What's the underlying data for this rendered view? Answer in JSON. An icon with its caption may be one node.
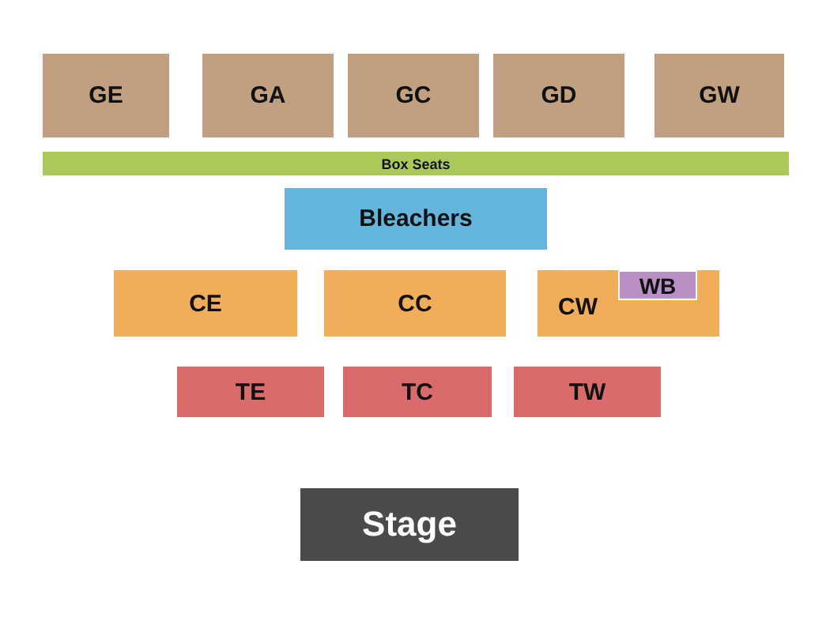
{
  "diagram": {
    "nodes": [
      {
        "text": [
          "GE"
        ]
      },
      {
        "text": [
          "GA"
        ]
      },
      {
        "text": [
          "GC"
        ]
      },
      {
        "text": [
          "GD"
        ]
      },
      {
        "text": [
          "GW"
        ]
      },
      {
        "text": [
          "Box Seats"
        ]
      },
      {
        "text": [
          "Bleachers"
        ]
      },
      {
        "text": [
          "CE"
        ]
      },
      {
        "text": [
          "CC"
        ]
      },
      {
        "text": [
          "CW"
        ]
      },
      {
        "text": [
          "WB"
        ],
        "in": 9
      },
      {
        "text": [
          "TE"
        ]
      },
      {
        "text": [
          "TC"
        ]
      },
      {
        "text": [
          "TW"
        ]
      },
      {
        "text": [
          "Stage"
        ]
      }
    ]
  }
}
